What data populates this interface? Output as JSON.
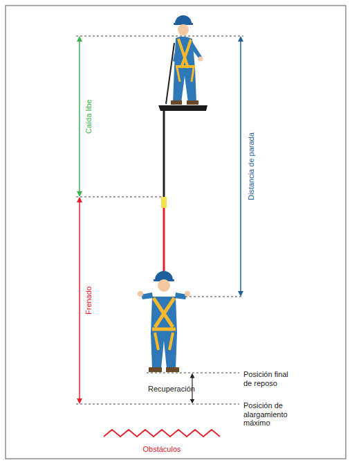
{
  "diagram": {
    "labels": [
      "Caída libe",
      "Distancia de parada",
      "Frenado",
      "Recuperación",
      "Posición final de reposo",
      "Posición de alargamiento máximo",
      "Obstáculos"
    ]
  }
}
